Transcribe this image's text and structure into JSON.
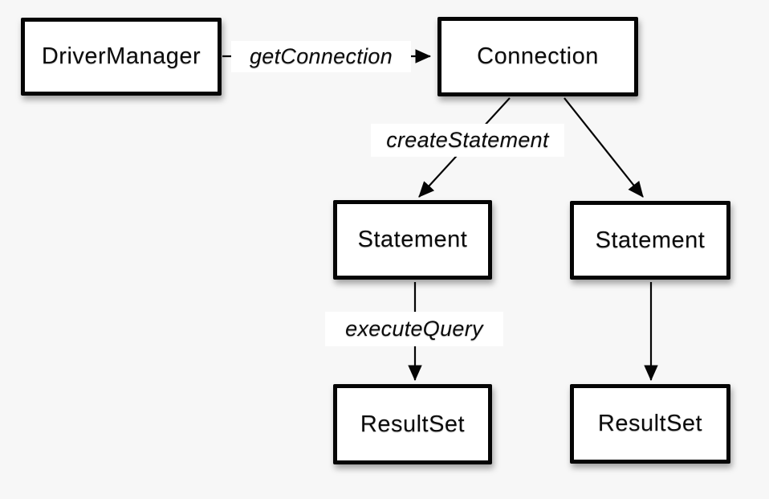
{
  "colors": {
    "background": "#f7f7f7",
    "box_fill": "#ffffff",
    "stroke": "#050505",
    "text": "#0b0b0b"
  },
  "nodes": [
    {
      "id": "driver-manager",
      "label": "DriverManager"
    },
    {
      "id": "connection",
      "label": "Connection"
    },
    {
      "id": "statement-left",
      "label": "Statement"
    },
    {
      "id": "statement-right",
      "label": "Statement"
    },
    {
      "id": "resultset-left",
      "label": "ResultSet"
    },
    {
      "id": "resultset-right",
      "label": "ResultSet"
    }
  ],
  "edge_labels": [
    {
      "id": "get-connection",
      "label": "getConnection"
    },
    {
      "id": "create-statement",
      "label": "createStatement"
    },
    {
      "id": "execute-query",
      "label": "executeQuery"
    }
  ]
}
